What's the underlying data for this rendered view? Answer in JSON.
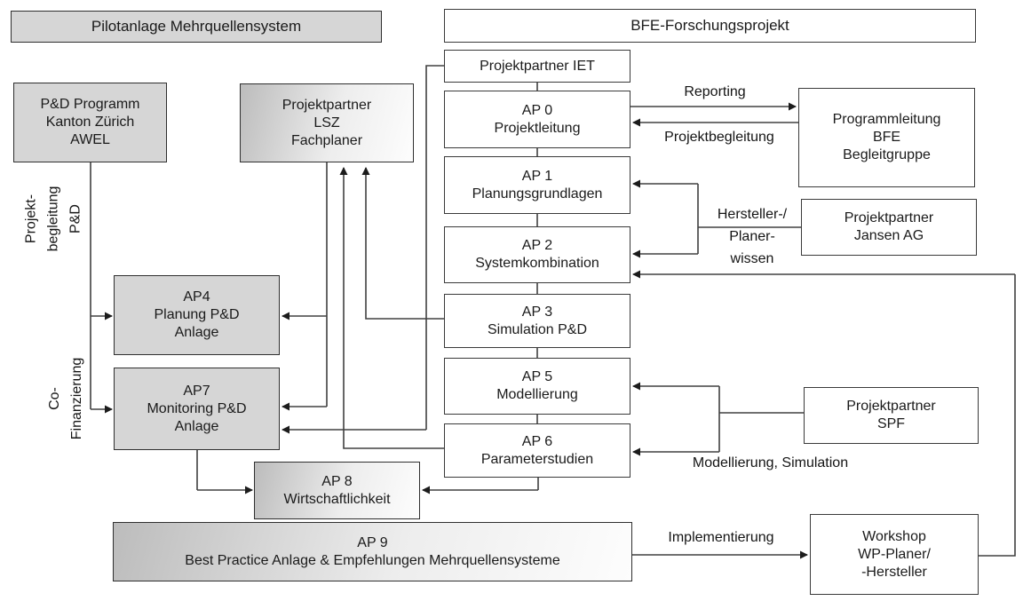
{
  "headers": {
    "pilot": "Pilotanlage Mehrquellensystem",
    "bfe": "BFE-Forschungsprojekt"
  },
  "boxes": {
    "awel": {
      "lines": [
        "P&D Programm",
        "Kanton Zürich",
        "AWEL"
      ]
    },
    "lsz": {
      "lines": [
        "Projektpartner",
        "LSZ",
        "Fachplaner"
      ]
    },
    "ap4": {
      "lines": [
        "AP4",
        "Planung P&D",
        "Anlage"
      ]
    },
    "ap7": {
      "lines": [
        "AP7",
        "Monitoring P&D",
        "Anlage"
      ]
    },
    "ap8": {
      "lines": [
        "AP 8",
        "Wirtschaftlichkeit"
      ]
    },
    "ap9": {
      "lines": [
        "AP 9",
        "Best Practice Anlage & Empfehlungen Mehrquellensysteme"
      ]
    },
    "iet": {
      "lines": [
        "Projektpartner IET"
      ]
    },
    "ap0": {
      "lines": [
        "AP 0",
        "Projektleitung"
      ]
    },
    "ap1": {
      "lines": [
        "AP 1",
        "Planungsgrundlagen"
      ]
    },
    "ap2": {
      "lines": [
        "AP 2",
        "Systemkombination"
      ]
    },
    "ap3": {
      "lines": [
        "AP 3",
        "Simulation P&D"
      ]
    },
    "ap5": {
      "lines": [
        "AP 5",
        "Modellierung"
      ]
    },
    "ap6": {
      "lines": [
        "AP 6",
        "Parameterstudien"
      ]
    },
    "programmleitung": {
      "lines": [
        "Programmleitung",
        "BFE",
        "Begleitgruppe"
      ]
    },
    "jansen": {
      "lines": [
        "Projektpartner",
        "Jansen AG"
      ]
    },
    "spf": {
      "lines": [
        "Projektpartner",
        "SPF"
      ]
    },
    "workshop": {
      "lines": [
        "Workshop",
        "WP-Planer/",
        "-Hersteller"
      ]
    }
  },
  "edge_labels": {
    "reporting": "Reporting",
    "projektbegleitung": "Projektbegleitung",
    "hersteller": {
      "lines": [
        "Hersteller-/",
        "Planer-",
        "wissen"
      ]
    },
    "modellierung_simulation": "Modellierung, Simulation",
    "implementierung": "Implementierung"
  },
  "side_labels": {
    "projektbegleitung_pd": {
      "lines": [
        "Projekt-",
        "begleitung",
        "P&D"
      ]
    },
    "co_finanzierung": {
      "lines": [
        "Co-",
        "Finanzierung"
      ]
    }
  },
  "colors": {
    "line": "#404040",
    "arrowhead": "#1c1c1c",
    "box_border": "#3a3a3a",
    "gray_fill": "#d6d6d6",
    "text": "#1a1a1a",
    "background": "#ffffff"
  }
}
